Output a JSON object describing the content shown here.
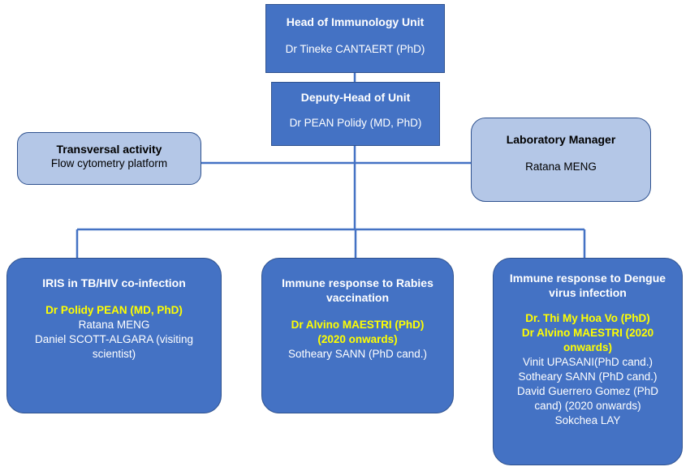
{
  "head": {
    "title": "Head of Immunology Unit",
    "name": "Dr Tineke CANTAERT (PhD)"
  },
  "deputy": {
    "title": "Deputy-Head of Unit",
    "name": "Dr PEAN Polidy (MD, PhD)"
  },
  "transversal": {
    "title": "Transversal activity",
    "subtitle": "Flow cytometry platform"
  },
  "lab_manager": {
    "title": "Laboratory Manager",
    "name": "Ratana MENG"
  },
  "iris": {
    "title": "IRIS in TB/HIV co-infection",
    "lead": "Dr Polidy PEAN (MD, PhD)",
    "members": [
      "Ratana MENG",
      "Daniel SCOTT-ALGARA (visiting",
      "scientist)"
    ]
  },
  "rabies": {
    "title_lines": [
      "Immune response to Rabies",
      "vaccination"
    ],
    "leads": [
      "Dr Alvino MAESTRI (PhD)",
      "(2020 onwards)"
    ],
    "members": [
      "Sotheary SANN (PhD cand.)"
    ]
  },
  "dengue": {
    "title_lines": [
      "Immune response to Dengue",
      "virus infection"
    ],
    "leads": [
      "Dr. Thi My Hoa Vo (PhD)",
      "Dr Alvino MAESTRI (2020",
      "onwards)"
    ],
    "members": [
      "Vinit UPASANI(PhD cand.)",
      "Sotheary SANN (PhD cand.)",
      "David Guerrero Gomez (PhD",
      "cand) (2020 onwards)",
      "Sokchea LAY"
    ]
  },
  "colors": {
    "dark_box": "#4472c4",
    "light_box": "#b4c7e7",
    "line": "#4472c4",
    "highlight": "#ffff00"
  }
}
